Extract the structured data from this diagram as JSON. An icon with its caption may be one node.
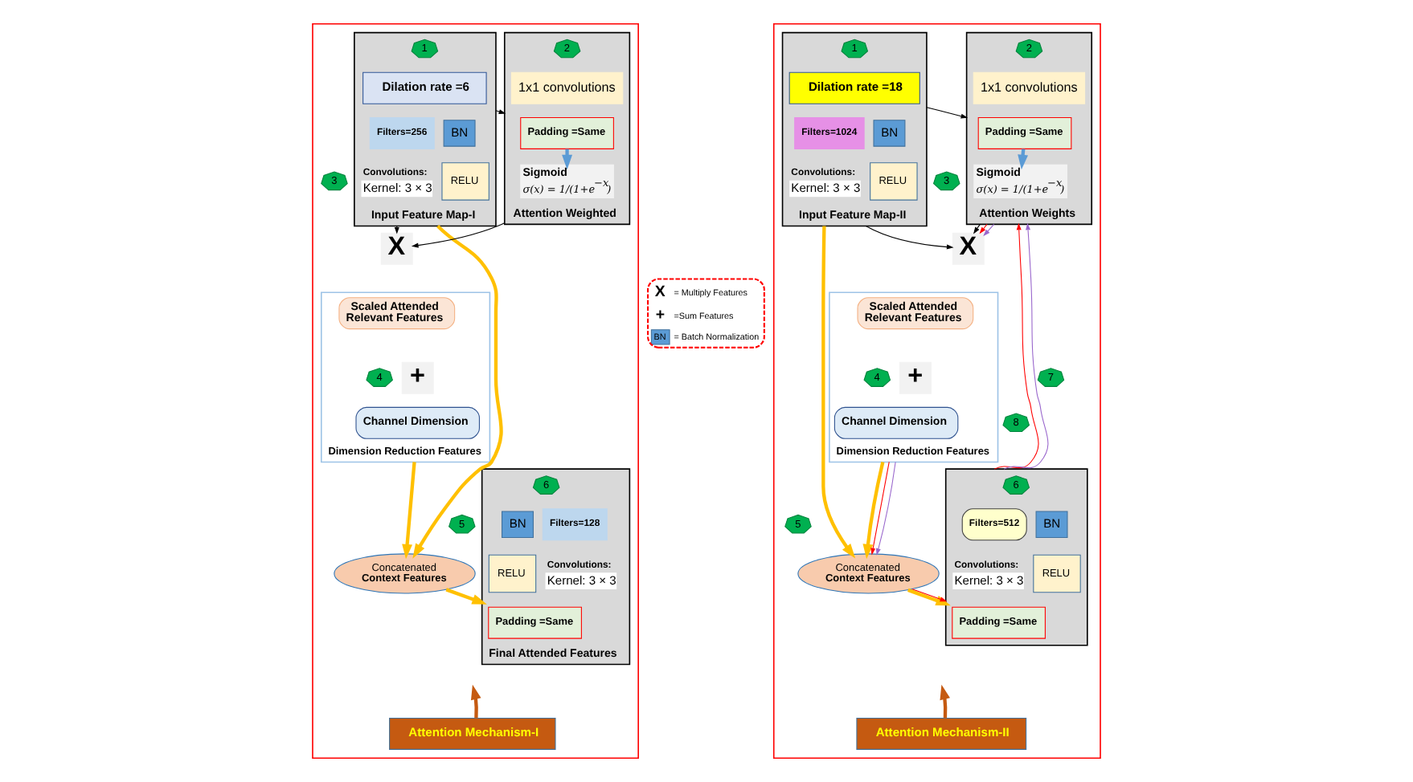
{
  "diagram": {
    "nodes": [
      {
        "text": [],
        "shape": "box"
      },
      {
        "text": [
          "Input Feature Map-I"
        ],
        "in": 0
      },
      {
        "text": [
          "1"
        ],
        "in": 1
      },
      {
        "text": [
          "Dilation rate =6"
        ],
        "in": 1
      },
      {
        "text": [
          "Filters=256"
        ],
        "in": 1
      },
      {
        "text": [
          "Convolutions:",
          "Kernel: 3 × 3"
        ],
        "in": 1
      },
      {
        "text": [
          "BN"
        ],
        "in": 1
      },
      {
        "text": [
          "RELU"
        ],
        "in": 1
      },
      {
        "text": [
          "Attention Weighted"
        ],
        "in": 0
      },
      {
        "text": [
          "2"
        ],
        "in": 8
      },
      {
        "text": [
          "1x1 convolutions"
        ],
        "in": 8
      },
      {
        "text": [
          "Padding =Same"
        ],
        "in": 8
      },
      {
        "text": [
          "Sigmoid",
          "σ(x) = 1/(1+e$^{−x}$)"
        ],
        "in": 8
      },
      {
        "text": [
          "3"
        ],
        "in": 0
      },
      {
        "text": [
          "X"
        ],
        "in": 0
      },
      {
        "text": [
          "Dimension Reduction Features"
        ],
        "in": 0
      },
      {
        "text": [
          "Scaled Attended Relevant Features"
        ],
        "in": 15
      },
      {
        "text": [
          "4"
        ],
        "in": 15
      },
      {
        "text": [
          "+"
        ],
        "in": 15
      },
      {
        "text": [
          "Channel Dimension"
        ],
        "in": 15
      },
      {
        "text": [
          "5"
        ],
        "in": 0
      },
      {
        "text": [
          "Concatenated",
          "Context Features"
        ],
        "in": 0
      },
      {
        "text": [
          "Final Attended Features"
        ],
        "in": 0
      },
      {
        "text": [
          "6"
        ],
        "in": 22
      },
      {
        "text": [
          "Filters=128"
        ],
        "in": 22
      },
      {
        "text": [
          "BN"
        ],
        "in": 22
      },
      {
        "text": [
          "Convolutions:",
          "Kernel: 3 × 3"
        ],
        "in": 22
      },
      {
        "text": [
          "Padding =Same"
        ],
        "in": 22
      },
      {
        "text": [
          "RELU"
        ],
        "in": 22
      },
      {
        "text": [
          "Attention Mechanism-I"
        ],
        "in": 0
      },
      {
        "text": [],
        "shape": "box"
      },
      {
        "text": [
          "Input Feature Map-II"
        ],
        "in": 30
      },
      {
        "text": [
          "1"
        ],
        "in": 31
      },
      {
        "text": [
          "Dilation rate =18"
        ],
        "in": 31
      },
      {
        "text": [
          "Filters=1024"
        ],
        "in": 31
      },
      {
        "text": [
          "Convolutions:",
          "Kernel: 3 × 3"
        ],
        "in": 31
      },
      {
        "text": [
          "BN"
        ],
        "in": 31
      },
      {
        "text": [
          "RELU"
        ],
        "in": 31
      },
      {
        "text": [
          "Attention Weights"
        ],
        "in": 30
      },
      {
        "text": [
          "2"
        ],
        "in": 38
      },
      {
        "text": [
          "1x1 convolutions"
        ],
        "in": 38
      },
      {
        "text": [
          "Padding =Same"
        ],
        "in": 38
      },
      {
        "text": [
          "Sigmoid",
          "σ(x) = 1/(1+e$^{−x}$)"
        ],
        "in": 38
      },
      {
        "text": [
          "3"
        ],
        "in": 30
      },
      {
        "text": [
          "X"
        ],
        "in": 30
      },
      {
        "text": [
          "Dimension Reduction Features"
        ],
        "in": 30
      },
      {
        "text": [
          "Scaled Attended Relevant Features"
        ],
        "in": 45
      },
      {
        "text": [
          "4"
        ],
        "in": 45
      },
      {
        "text": [
          "+"
        ],
        "in": 45
      },
      {
        "text": [
          "Channel Dimension"
        ],
        "in": 45
      },
      {
        "text": [
          "7"
        ],
        "in": 30
      },
      {
        "text": [
          "8"
        ],
        "in": 30
      },
      {
        "text": [
          "5"
        ],
        "in": 30
      },
      {
        "text": [
          "Concatenated",
          "Context Features"
        ],
        "in": 30
      },
      {
        "text": [],
        "shape": "box",
        "in": 30
      },
      {
        "text": [
          "6"
        ],
        "in": 54
      },
      {
        "text": [
          "Filters=512"
        ],
        "in": 54
      },
      {
        "text": [
          "BN"
        ],
        "in": 54
      },
      {
        "text": [
          "Convolutions:",
          "Kernel: 3 × 3"
        ],
        "in": 54
      },
      {
        "text": [
          "Padding =Same"
        ],
        "in": 54
      },
      {
        "text": [
          "RELU"
        ],
        "in": 54
      },
      {
        "text": [
          "Attention Mechanism-II"
        ],
        "in": 30
      }
    ],
    "edges": [
      {
        "from": 1,
        "to": 8,
        "arrow": "to"
      },
      {
        "from": 1,
        "to": 14,
        "arrow": "to"
      },
      {
        "from": 8,
        "to": 14,
        "arrow": "to"
      },
      {
        "from": 11,
        "to": 12,
        "arrow": "to",
        "style": "thick",
        "color": "#5b9bd5"
      },
      {
        "from": 1,
        "to": 21,
        "arrow": "to",
        "style": "thick",
        "color": "#ffc000"
      },
      {
        "from": 15,
        "to": 21,
        "arrow": "to",
        "style": "thick",
        "color": "#ffc000"
      },
      {
        "from": 21,
        "to": 22,
        "arrow": "to",
        "style": "thick",
        "color": "#ffc000"
      },
      {
        "from": 29,
        "to": null,
        "arrow": "to",
        "style": "thick",
        "color": "#c55a11"
      },
      {
        "from": 31,
        "to": 38,
        "arrow": "to"
      },
      {
        "from": 31,
        "to": 44,
        "arrow": "to"
      },
      {
        "from": 38,
        "to": 44,
        "arrow": "to"
      },
      {
        "from": 38,
        "to": 44,
        "arrow": "to",
        "color": "#ff0000"
      },
      {
        "from": 38,
        "to": 44,
        "arrow": "to",
        "color": "#9966cc"
      },
      {
        "from": 41,
        "to": 42,
        "arrow": "to",
        "style": "thick",
        "color": "#5b9bd5"
      },
      {
        "from": 54,
        "to": 38,
        "arrow": "to",
        "color": "#ff0000"
      },
      {
        "from": 54,
        "to": 38,
        "arrow": "to",
        "color": "#9966cc"
      },
      {
        "from": 31,
        "to": 53,
        "arrow": "to",
        "style": "thick",
        "color": "#ffc000"
      },
      {
        "from": 45,
        "to": 53,
        "arrow": "to",
        "style": "thick",
        "color": "#ffc000"
      },
      {
        "from": 45,
        "to": 53,
        "arrow": "to",
        "color": "#ff0000"
      },
      {
        "from": 45,
        "to": 53,
        "arrow": "to",
        "color": "#9966cc"
      },
      {
        "from": 53,
        "to": 54,
        "arrow": "to",
        "style": "thick",
        "color": "#ffc000"
      },
      {
        "from": 53,
        "to": 54,
        "arrow": "to",
        "color": "#ff0000"
      },
      {
        "from": 61,
        "to": null,
        "arrow": "to",
        "style": "thick",
        "color": "#c55a11"
      }
    ],
    "labels": [
      "X",
      "+",
      "BN"
    ],
    "legend": [
      {
        "text": "= Multiply Features"
      },
      {
        "text": "=Sum Features"
      },
      {
        "text": "= Batch Normalization",
        "color": "#5b9bd5"
      }
    ]
  }
}
